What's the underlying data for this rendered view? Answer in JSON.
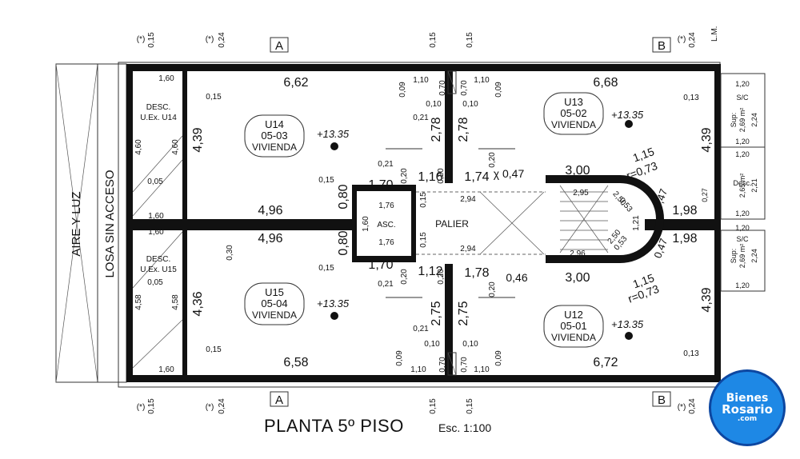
{
  "title": "PLANTA 5º PISO",
  "scale": "Esc. 1:100",
  "logo": {
    "line1": "Bienes",
    "line2": "Rosario",
    "line3": ".com"
  },
  "side_labels": {
    "aire": "AIRE Y LUZ",
    "losa": "LOSA SIN ACCESO",
    "lm": "L.M."
  },
  "section_marks": {
    "a": "A",
    "b": "B"
  },
  "units": [
    {
      "code": "U14",
      "number": "05-03",
      "type": "VIVIENDA",
      "level": "+13.35"
    },
    {
      "code": "U13",
      "number": "05-02",
      "type": "VIVIENDA",
      "level": "+13.35"
    },
    {
      "code": "U15",
      "number": "05-04",
      "type": "VIVIENDA",
      "level": "+13.35"
    },
    {
      "code": "U12",
      "number": "05-01",
      "type": "VIVIENDA",
      "level": "+13.35"
    }
  ],
  "rooms": {
    "desc14": "DESC.",
    "desc14b": "U.Ex. U14",
    "desc15": "DESC.",
    "desc15b": "U.Ex. U15",
    "asc": "ASC.",
    "palier": "PALIER",
    "desc": "Desc.",
    "sc": "S/C",
    "sup": "Sup:"
  },
  "dims": {
    "d662": "6,62",
    "d668": "6,68",
    "d658": "6,58",
    "d672": "6,72",
    "d496a": "4,96",
    "d496b": "4,96",
    "d198a": "1,98",
    "d198b": "1,98",
    "d439a": "4,39",
    "d436": "4,36",
    "d439b": "4,39",
    "d439c": "4,39",
    "d278a": "2,78",
    "d278b": "2,78",
    "d275a": "2,75",
    "d275b": "2,75",
    "d170a": "1,70",
    "d170b": "1,70",
    "d116": "1,16",
    "d112": "1,12",
    "d174": "1,74",
    "d178": "1,78",
    "d300a": "3,00",
    "d300b": "3,00",
    "d080a": "0,80",
    "d080b": "0,80",
    "d294a": "2,94",
    "d294b": "2,94",
    "d176a": "1,76",
    "d176b": "1,76",
    "d160": "1,60",
    "d160b": "1,60",
    "d160c": "1,60",
    "d160d": "1,60",
    "d295": "2,95",
    "d296": "2,96",
    "d115a": "1,15",
    "d115b": "1,15",
    "r073a": "r=0,73",
    "r073b": "r=0,73",
    "d047a": "0,47",
    "d047b": "0,47",
    "d250a": "2,50",
    "d250b": "2,50",
    "d053a": "0,53",
    "d053b": "0,53",
    "d121": "1,21",
    "chi047": "χ 0,47",
    "phi046": "0,46",
    "d110a": "1,10",
    "d110b": "1,10",
    "d110c": "1,10",
    "d110d": "1,10",
    "d015": "0,15",
    "d024": "0,24",
    "d070": "0,70",
    "d010": "0,10",
    "d021": "0,21",
    "d020": "0,20",
    "d009": "0,09",
    "d013": "0,13",
    "d030": "0,30",
    "d005": "0,05",
    "d460": "4,60",
    "d458": "4,58",
    "d120": "1,20",
    "d224": "2,24",
    "d221": "2,21",
    "d027": "0,27",
    "d269": "2,69 m²",
    "d265": "2,65 m²",
    "star": "(*)"
  }
}
